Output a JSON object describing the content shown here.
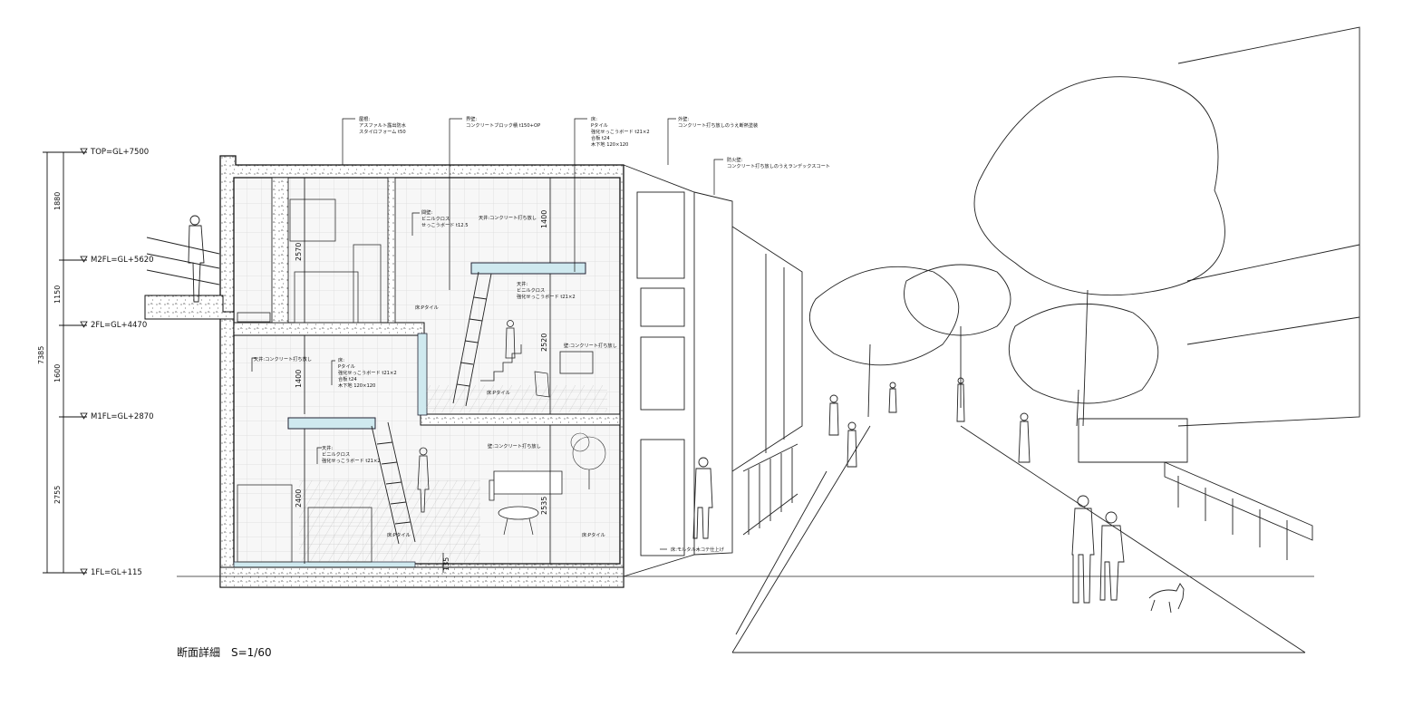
{
  "title": "断面詳細　S=1/60",
  "levels": [
    {
      "label": "TOP=GL+7500"
    },
    {
      "label": "M2FL=GL+5620"
    },
    {
      "label": "2FL=GL+4470"
    },
    {
      "label": "M1FL=GL+2870"
    },
    {
      "label": "1FL=GL+115"
    }
  ],
  "level_spacings": [
    "1880",
    "1150",
    "1600",
    "2755"
  ],
  "total_height": "7385",
  "interior_dims": [
    "2570",
    "1400",
    "2520",
    "1400",
    "2400",
    "2535",
    "135"
  ],
  "notes": {
    "roof": [
      "屋根:",
      "アスファルト露出防水",
      "スタイロフォーム t50"
    ],
    "boundary_wall": [
      "界壁:",
      "コンクリートブロック積 t150+OP"
    ],
    "floor_upper": [
      "床:",
      "Pタイル",
      "強化せっこうボード t21×2",
      "合板 t24",
      "木下地 120×120"
    ],
    "exterior_wall": [
      "外壁:",
      "コンクリート打ち放しのうえ断熱塗装"
    ],
    "fire_wall": [
      "防火壁:",
      "コンクリート打ち放しのうえランデックスコート"
    ],
    "partition_wall": [
      "間壁:",
      "ビニルクロス",
      "せっこうボード t12.5"
    ],
    "ceiling_concrete_1": "天井:コンクリート打ち放し",
    "ceiling_vinyl_1": [
      "天井:",
      "ビニルクロス",
      "強化せっこうボード t21×2"
    ],
    "floor_ptile_1": "床:Pタイル",
    "ceiling_concrete_2": "天井:コンクリート打ち放し",
    "floor_mid": [
      "床:",
      "Pタイル",
      "強化せっこうボード t21×2",
      "合板 t24",
      "木下地 120×120"
    ],
    "wall_concrete_1": "壁:コンクリート打ち放し",
    "floor_ptile_2": "床:Pタイル",
    "ceiling_vinyl_2": [
      "天井:",
      "ビニルクロス",
      "強化せっこうボード t21×2"
    ],
    "wall_concrete_2": "壁:コンクリート打ち放し",
    "floor_ptile_3": "床:Pタイル",
    "floor_ptile_4": "床:Pタイル",
    "floor_mortar": "床:モルタル木コテ仕上げ"
  }
}
